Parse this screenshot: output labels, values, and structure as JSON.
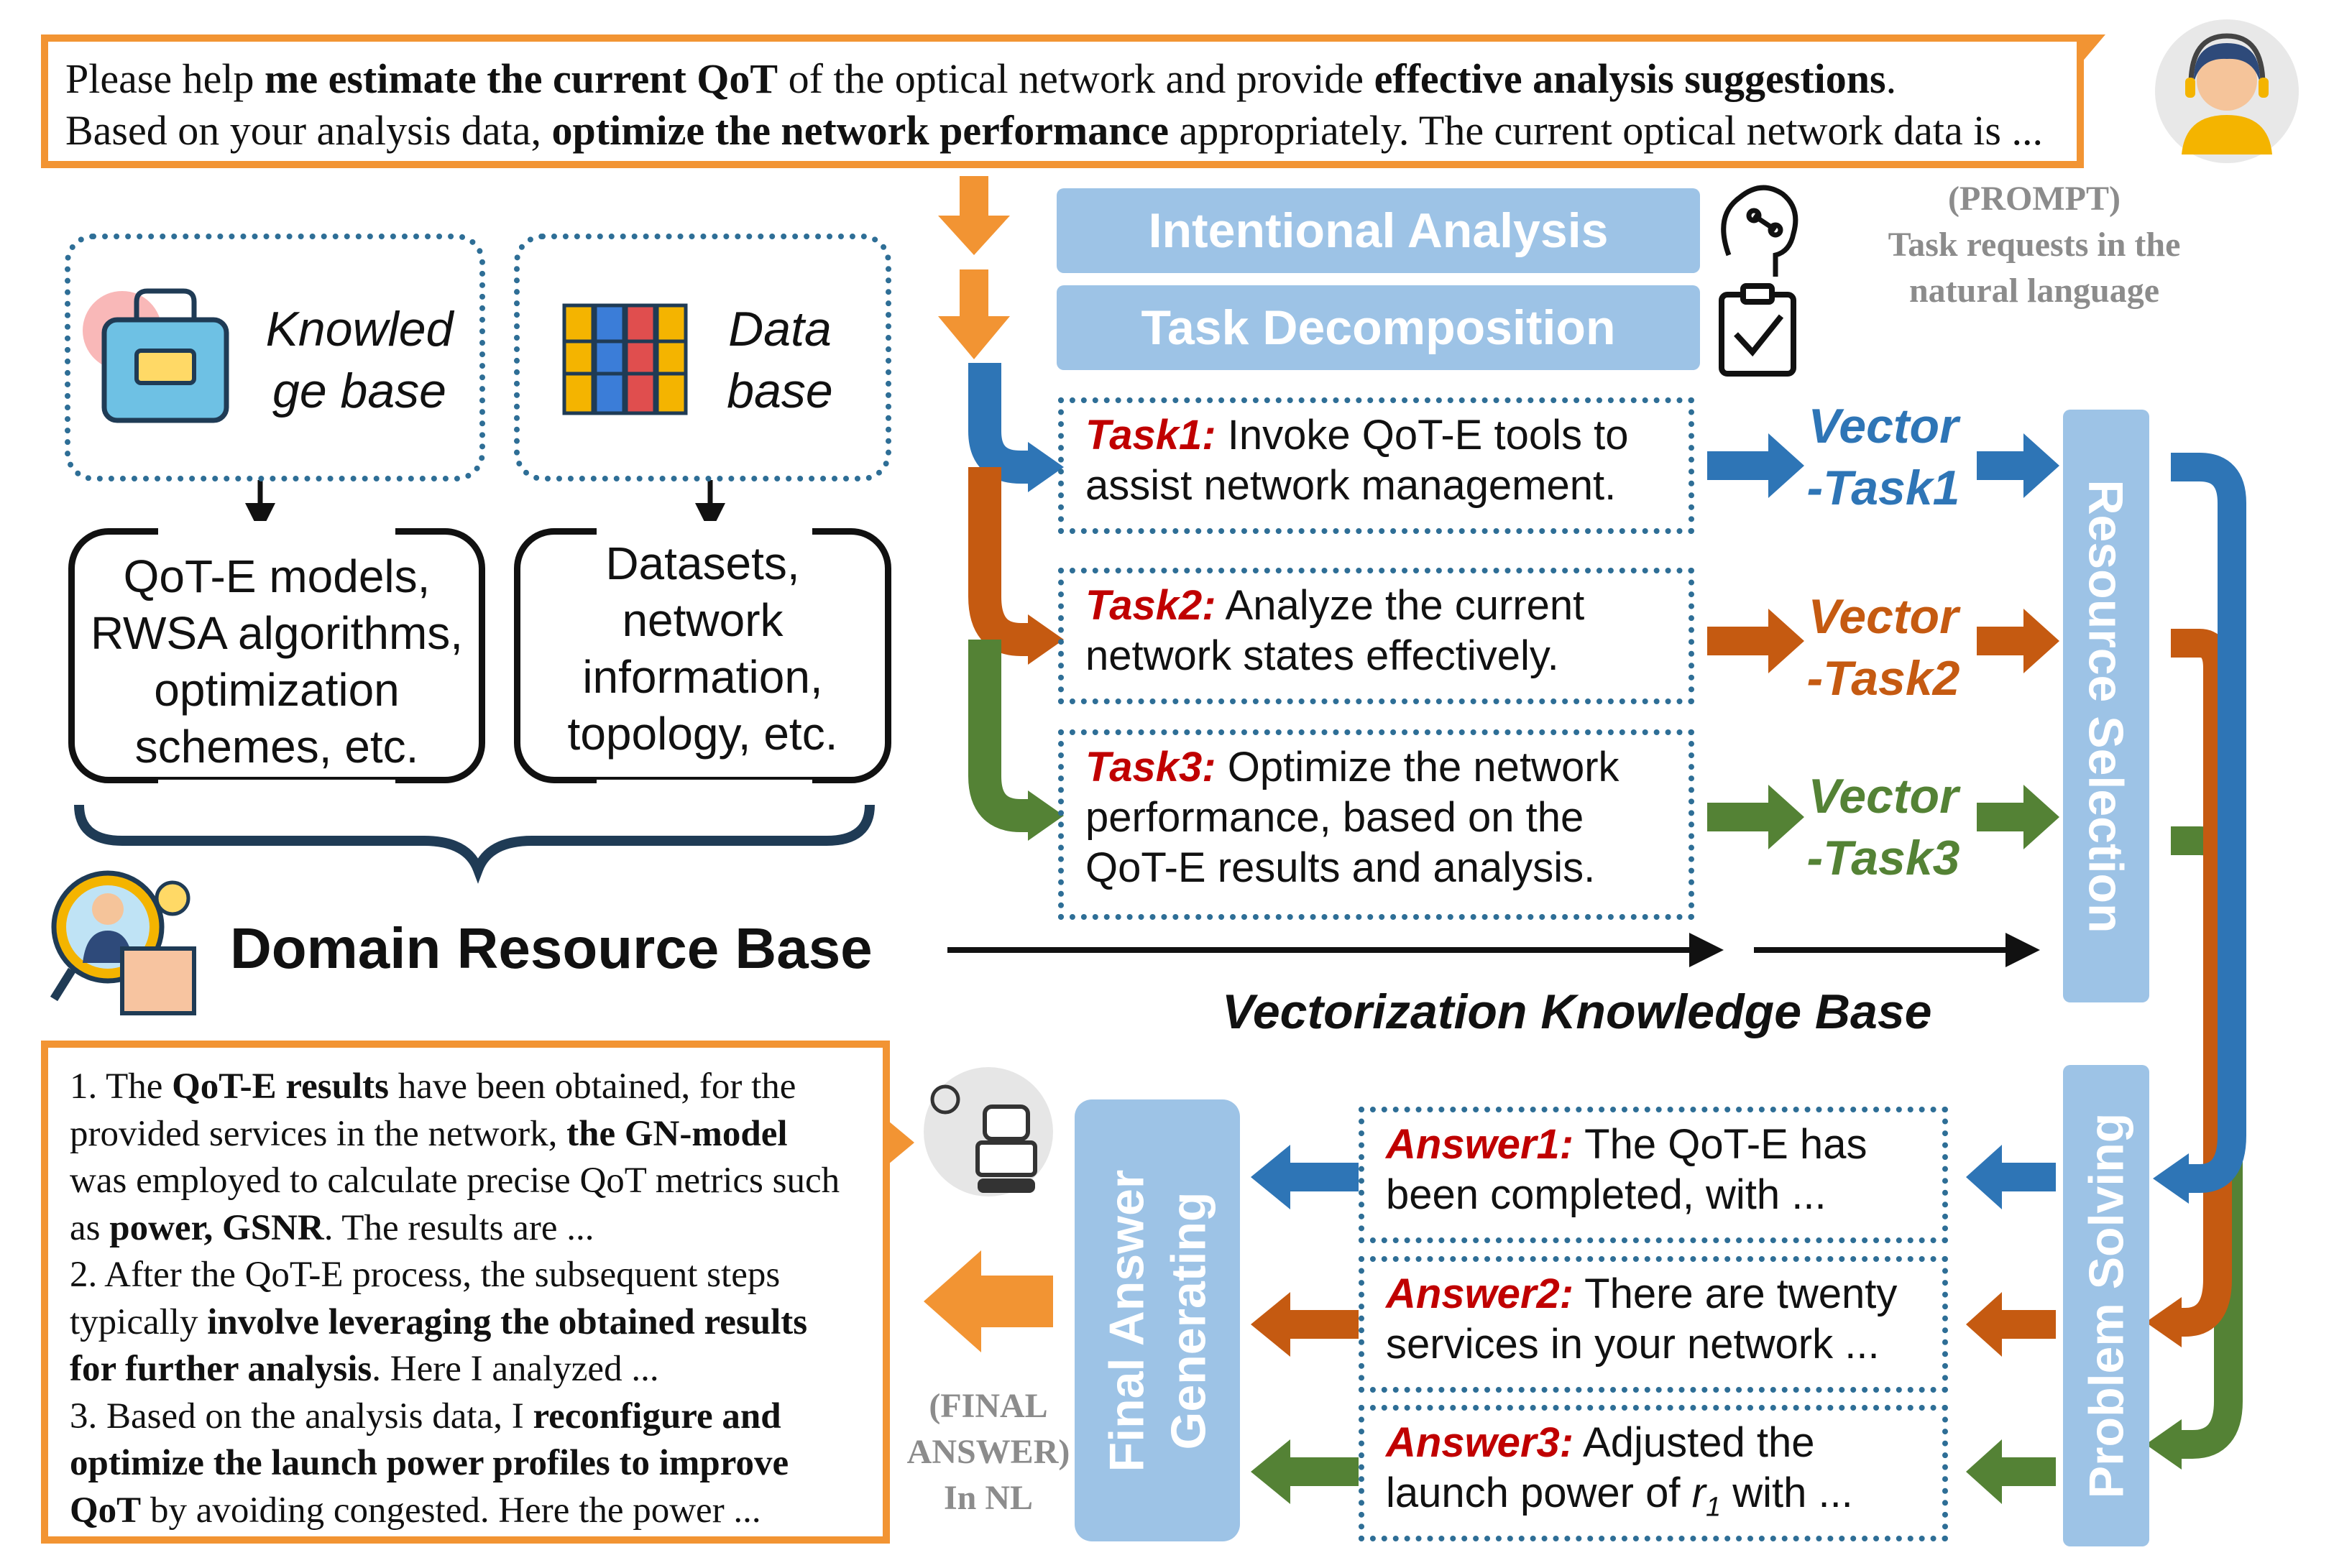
{
  "prompt": {
    "line1": [
      {
        "t": "Please help ",
        "b": false
      },
      {
        "t": "me estimate the current QoT",
        "b": true
      },
      {
        "t": " of the optical network and provide ",
        "b": false
      },
      {
        "t": "effective analysis suggestions",
        "b": true
      },
      {
        "t": ".",
        "b": false
      }
    ],
    "line2": [
      {
        "t": "Based on your analysis data, ",
        "b": false
      },
      {
        "t": "optimize the network performance",
        "b": true
      },
      {
        "t": " appropriately. The current optical network data is ...",
        "b": false
      }
    ],
    "caption_tag": "(PROMPT)",
    "caption_line1": "Task requests in the",
    "caption_line2": "natural language"
  },
  "pipeline": {
    "intentional_analysis": "Intentional Analysis",
    "task_decomposition": "Task Decomposition",
    "resource_selection": "Resource Selection",
    "problem_solving": "Problem Solving",
    "final_answer_line1": "Final Answer",
    "final_answer_line2": "Generating"
  },
  "tasks": [
    {
      "label": "Task1:",
      "text1": " Invoke QoT-E tools to",
      "text2": "assist network management.",
      "text3": "",
      "vec1": "Vector",
      "vec2": "-Task1",
      "color": "#2E75B6"
    },
    {
      "label": "Task2:",
      "text1": " Analyze the current",
      "text2": "network states effectively.",
      "text3": "",
      "vec1": "Vector",
      "vec2": "-Task2",
      "color": "#C55A11"
    },
    {
      "label": "Task3:",
      "text1": " Optimize the network",
      "text2": "performance, based on the",
      "text3": "QoT-E results and analysis.",
      "vec1": "Vector",
      "vec2": "-Task3",
      "color": "#548235"
    }
  ],
  "answers": [
    {
      "label": "Answer1:",
      "text1": " The QoT-E has",
      "text2": "been completed, with ...",
      "sub": ""
    },
    {
      "label": "Answer2:",
      "text1": " There are twenty",
      "text2": "services in your network ...",
      "sub": ""
    },
    {
      "label": "Answer3:",
      "text1": " Adjusted the",
      "text2_pre": "launch power of ",
      "text2_var": "r",
      "sub": "1",
      "text2_post": " with ..."
    }
  ],
  "resource": {
    "knowledge_base_1": "Knowled",
    "knowledge_base_2": "ge base",
    "data_base_1": "Data",
    "data_base_2": "base",
    "kb_items": [
      "QoT-E models,",
      "RWSA algorithms,",
      "optimization",
      "schemes, etc."
    ],
    "db_items": [
      "Datasets,",
      "network",
      "information,",
      "topology, etc."
    ],
    "domain_title": "Domain Resource Base",
    "vector_kb": "Vectorization Knowledge Base"
  },
  "final_answer": {
    "caption1": "(FINAL",
    "caption2": "ANSWER)",
    "caption3": "In NL",
    "lines": [
      [
        {
          "t": "1. The ",
          "b": false
        },
        {
          "t": "QoT-E results",
          "b": true
        },
        {
          "t": " have been obtained, for the",
          "b": false
        }
      ],
      [
        {
          "t": "provided services in the network, ",
          "b": false
        },
        {
          "t": "the GN-model",
          "b": true
        }
      ],
      [
        {
          "t": "was employed to calculate precise QoT metrics such",
          "b": false
        }
      ],
      [
        {
          "t": "as ",
          "b": false
        },
        {
          "t": "power, GSNR",
          "b": true
        },
        {
          "t": ". The results are ...",
          "b": false
        }
      ],
      [
        {
          "t": "2. After the QoT-E process, the subsequent steps",
          "b": false
        }
      ],
      [
        {
          "t": "typically ",
          "b": false
        },
        {
          "t": "involve leveraging the obtained results",
          "b": true
        }
      ],
      [
        {
          "t": "for further analysis",
          "b": true
        },
        {
          "t": ". Here I analyzed ...",
          "b": false
        }
      ],
      [
        {
          "t": "3. Based on the analysis data, I ",
          "b": false
        },
        {
          "t": "reconfigure and",
          "b": true
        }
      ],
      [
        {
          "t": "optimize the launch power profiles to improve",
          "b": true
        }
      ],
      [
        {
          "t": "QoT",
          "b": true
        },
        {
          "t": " by avoiding congested. Here the power ...",
          "b": false
        }
      ]
    ]
  },
  "colors": {
    "orange": "#F29433",
    "blue": "#2E75B6",
    "rust": "#C55A11",
    "green": "#548235",
    "pill": "#9DC3E6",
    "dotted": "#2E6E96",
    "red_label": "#C00000",
    "gray": "#8C8C8C"
  },
  "icons": [
    "user-headset-icon",
    "brain-icon",
    "clipboard-check-icon",
    "toolbox-icon",
    "binders-icon",
    "researcher-icon",
    "robot-icon"
  ]
}
